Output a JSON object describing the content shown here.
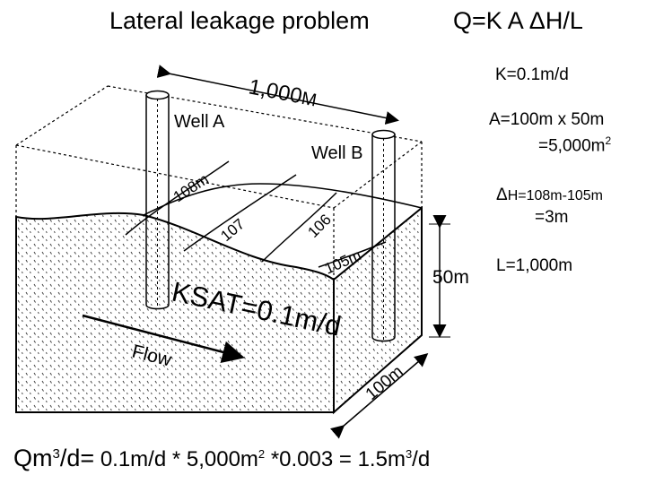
{
  "title": "Lateral leakage problem",
  "formula": "Q=K  A  ΔH/L",
  "givens": {
    "k": "K=0.1m/d",
    "a_line1": "A=100m x 50m",
    "a_line2_prefix": "=5,000m",
    "a_line2_exp": "2",
    "dh_line1_prefix": "Δ",
    "dh_line1_rest": "H=108m-105m",
    "dh_line2": "=3m",
    "l": "L=1,000m"
  },
  "diagram": {
    "length_label": "1,000",
    "length_unit": "M",
    "well_a": "Well A",
    "well_b": "Well B",
    "contours": [
      "108m",
      "107",
      "106",
      "105m"
    ],
    "ksat": "KSAT=0.1m/d",
    "flow": "Flow",
    "depth": "50m",
    "width": "100m"
  },
  "result": {
    "q_prefix": "Qm",
    "q_exp": "3",
    "q_suffix": "/d=",
    "k": "0.1m/d * 5,000m",
    "area_exp": "2",
    "rest": "*0.003 = 1.5m",
    "vol_exp": "3",
    "end": "/d"
  }
}
